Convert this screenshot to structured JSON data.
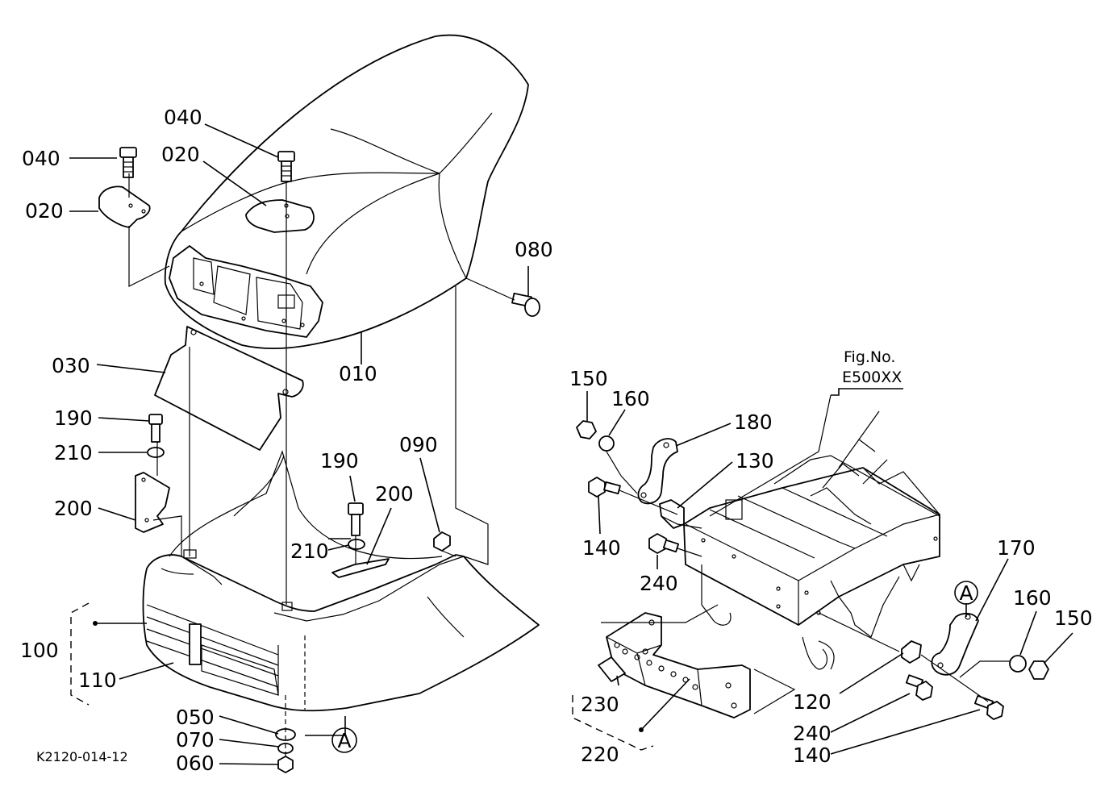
{
  "drawing_id": "K2120-014-12",
  "figure_ref": {
    "line1": "Fig.No.",
    "line2": "E500XX"
  },
  "callouts": {
    "c010": "010",
    "c020a": "020",
    "c020b": "020",
    "c030": "030",
    "c040a": "040",
    "c040b": "040",
    "c050": "050",
    "c060": "060",
    "c070": "070",
    "c080": "080",
    "c090": "090",
    "c100": "100",
    "c110": "110",
    "c120": "120",
    "c130": "130",
    "c140a": "140",
    "c140b": "140",
    "c150a": "150",
    "c150b": "150",
    "c160a": "160",
    "c160b": "160",
    "c170": "170",
    "c180": "180",
    "c190a": "190",
    "c190b": "190",
    "c200a": "200",
    "c200b": "200",
    "c210a": "210",
    "c210b": "210",
    "c220": "220",
    "c230": "230",
    "c240a": "240",
    "c240b": "240"
  },
  "markers": {
    "a1": "A",
    "a2": "A"
  }
}
